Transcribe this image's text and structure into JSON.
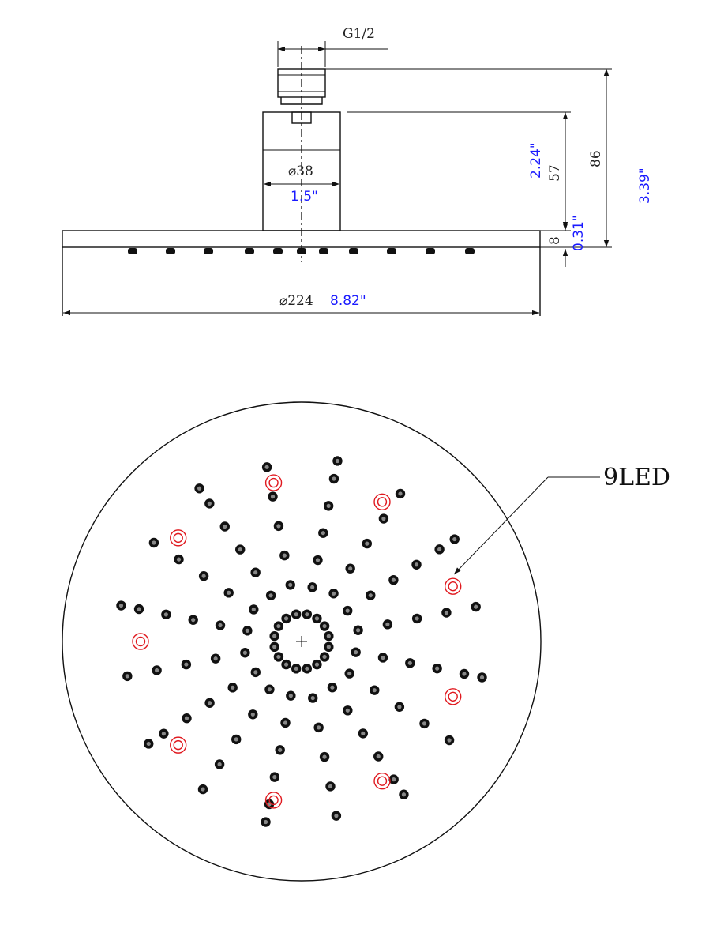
{
  "colors": {
    "inch": "#1a1aff",
    "led": "#e0191f",
    "line": "#111111"
  },
  "side_view": {
    "thread_label": "G1/2",
    "arm_diameter_mm": "⌀38",
    "arm_diameter_in": "1.5\"",
    "height_arm_mm": "57",
    "height_arm_in": "2.24\"",
    "height_total_mm": "86",
    "height_total_in": "3.39\"",
    "plate_thickness_mm": "8",
    "plate_thickness_in": "0.31\"",
    "head_diameter_mm": "⌀224",
    "head_diameter_in": "8.82\""
  },
  "top_view": {
    "led_callout": "9LED",
    "led_count": 9,
    "center_mark": "+"
  }
}
